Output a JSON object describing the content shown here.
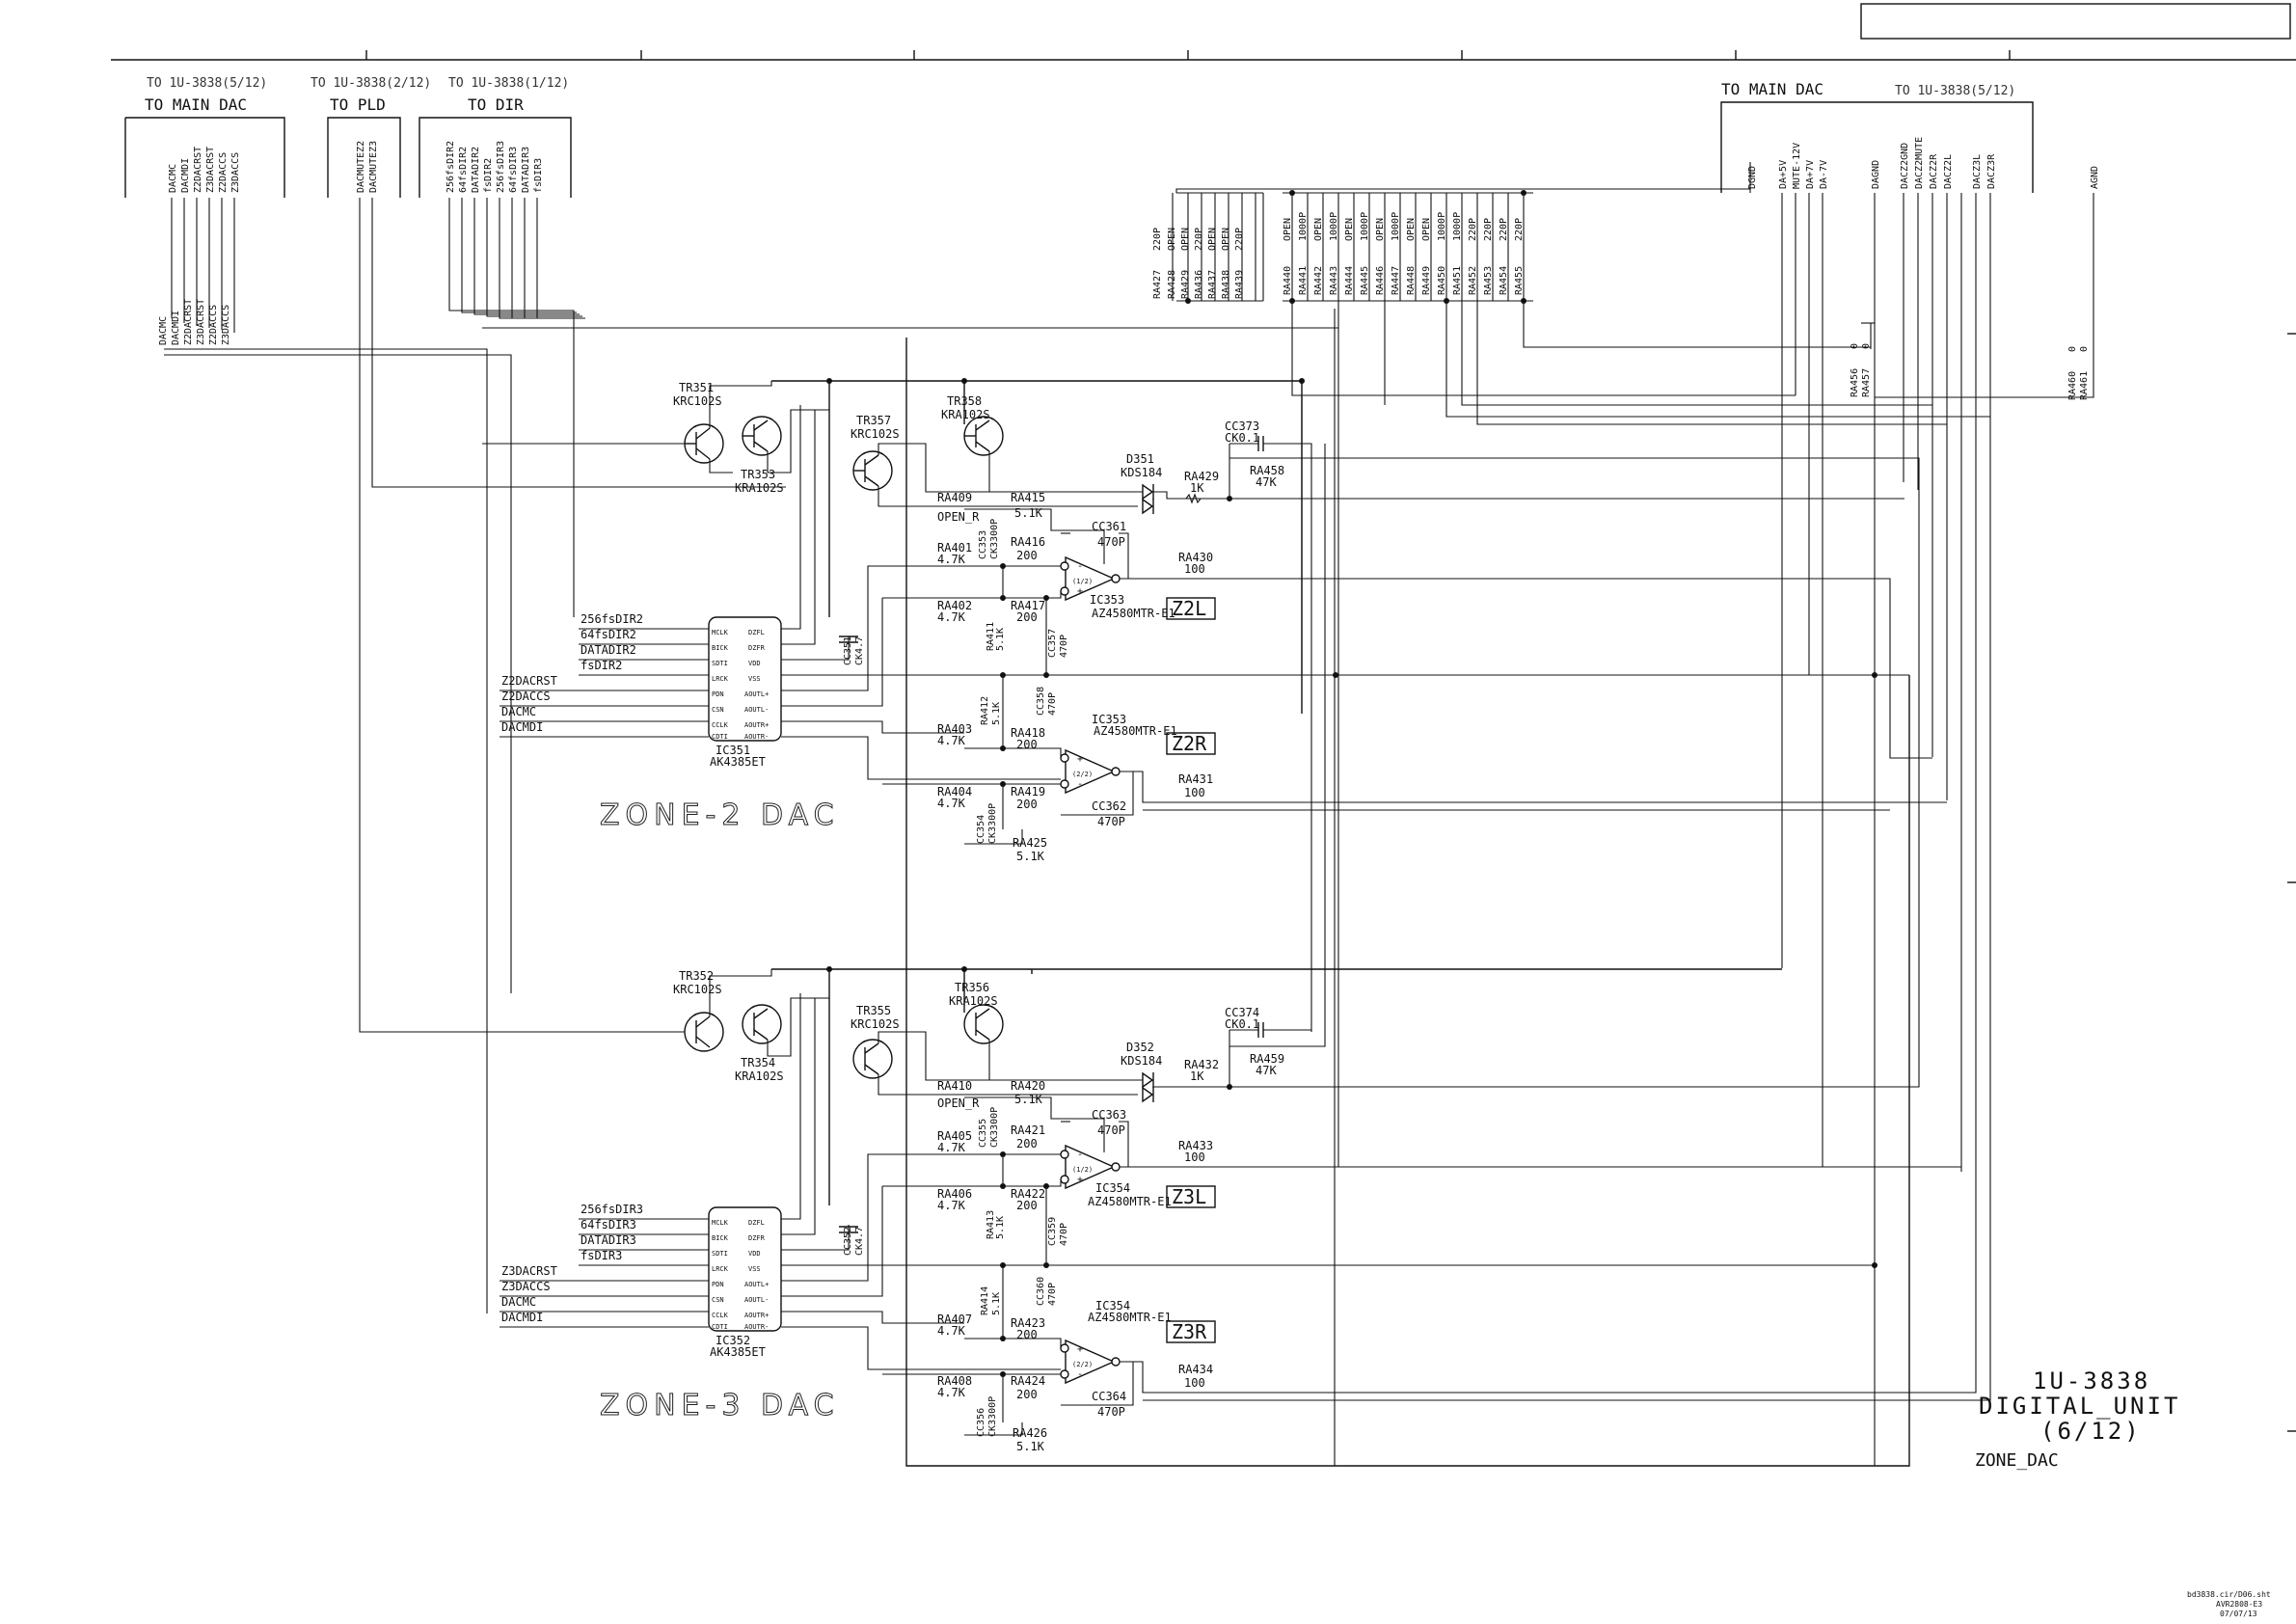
{
  "headers": {
    "left_main_dac_ref": "TO 1U-3838(5/12)",
    "left_main_dac": "TO MAIN DAC",
    "pld_ref": "TO 1U-3838(2/12)",
    "pld": "TO PLD",
    "dir_ref": "TO 1U-3838(1/12)",
    "dir": "TO DIR",
    "right_main_dac": "TO MAIN DAC",
    "right_main_dac_ref": "TO 1U-3838(5/12)"
  },
  "signals": {
    "left_main_dac": [
      "DACMC",
      "DACMDI",
      "Z2DACRST",
      "Z3DACRST",
      "Z2DACCS",
      "Z3DACCS"
    ],
    "pld": [
      "DACMUTEZ2",
      "DACMUTEZ3"
    ],
    "dir": [
      "256fsDIR2",
      "64fsDIR2",
      "DATADIR2",
      "fsDIR2",
      "256fsDIR3",
      "64fsDIR3",
      "DATADIR3",
      "fsDIR3"
    ],
    "right_main_dac_a": [
      "DGND",
      "DA+5V",
      "MUTE-12V",
      "DA+7V",
      "DA-7V",
      "DAGND"
    ],
    "right_main_dac_b": [
      "DACZ2GND",
      "DACZ2MUTE",
      "DACZ2R",
      "DACZ2L",
      "DACZ3L",
      "DACZ3R"
    ],
    "agnd": "AGND"
  },
  "bank_a": [
    {
      "ref": "RA427",
      "value": "220P"
    },
    {
      "ref": "RA428",
      "value": "OPEN"
    },
    {
      "ref": "RA429",
      "value": "OPEN"
    },
    {
      "ref": "RA436",
      "value": "220P"
    },
    {
      "ref": "RA437",
      "value": "OPEN"
    },
    {
      "ref": "RA438",
      "value": "OPEN"
    },
    {
      "ref": "RA439",
      "value": "220P"
    }
  ],
  "bank_b": [
    {
      "ref": "RA440",
      "value": "OPEN"
    },
    {
      "ref": "RA441",
      "value": "1000P"
    },
    {
      "ref": "RA442",
      "value": "OPEN"
    },
    {
      "ref": "RA443",
      "value": "1000P"
    },
    {
      "ref": "RA444",
      "value": "OPEN"
    },
    {
      "ref": "RA445",
      "value": "1000P"
    },
    {
      "ref": "RA446",
      "value": "OPEN"
    },
    {
      "ref": "RA447",
      "value": "1000P"
    },
    {
      "ref": "RA448",
      "value": "OPEN"
    },
    {
      "ref": "RA449",
      "value": "OPEN"
    },
    {
      "ref": "RA450",
      "value": "1000P"
    },
    {
      "ref": "RA451",
      "value": "1000P"
    },
    {
      "ref": "RA452",
      "value": "220P"
    },
    {
      "ref": "RA453",
      "value": "220P"
    },
    {
      "ref": "RA454",
      "value": "220P"
    },
    {
      "ref": "RA455",
      "value": "220P"
    }
  ],
  "misc_res": {
    "ra456": "RA456",
    "ra457": "RA457",
    "ra460": "RA460",
    "ra461": "RA461",
    "zero": "0"
  },
  "zone2": {
    "tr351": "TR351",
    "tr351v": "KRC102S",
    "tr353": "TR353",
    "tr353v": "KRA102S",
    "tr357": "TR357",
    "tr357v": "KRC102S",
    "tr358": "TR358",
    "tr358v": "KRA102S",
    "d351": "D351",
    "d351v": "KDS184",
    "cc373": "CC373",
    "cc373v": "CK0.1",
    "ra429": "RA429",
    "ra429v": "1K",
    "ra458": "RA458",
    "ra458v": "47K",
    "ra409": "RA409",
    "ra409v": "OPEN_R",
    "ra415": "RA415",
    "ra415v": "5.1K",
    "cc353": "CC353",
    "cc353v": "CK3300P",
    "cc361": "CC361",
    "cc361v": "470P",
    "ra401": "RA401",
    "ra401v": "4.7K",
    "ra416": "RA416",
    "ra416v": "200",
    "ra430": "RA430",
    "ra430v": "100",
    "ra402": "RA402",
    "ra402v": "4.7K",
    "ra417": "RA417",
    "ra417v": "200",
    "ra411": "RA411",
    "ra411v": "5.1K",
    "cc357": "CC357",
    "cc357v": "470P",
    "ic353": "IC353",
    "ic353v": "AZ4580MTR-E1",
    "tagL": "Z2L",
    "tagR": "Z2R",
    "half1": "(1/2)",
    "half2": "(2/2)",
    "cc351": "CC351",
    "cc351v": "CK4.7",
    "in_labels": [
      "256fsDIR2",
      "64fsDIR2",
      "DATADIR2",
      "fsDIR2",
      "Z2DACRST",
      "Z2DACCS",
      "DACMC",
      "DACMDI"
    ],
    "ic351": "IC351",
    "ic351v": "AK4385ET",
    "ra412": "RA412",
    "ra412v": "5.1K",
    "cc358": "CC358",
    "cc358v": "470P",
    "ra403": "RA403",
    "ra403v": "4.7K",
    "ra418": "RA418",
    "ra418v": "200",
    "ra431": "RA431",
    "ra431v": "100",
    "ra404": "RA404",
    "ra404v": "4.7K",
    "ra419": "RA419",
    "ra419v": "200",
    "cc354": "CC354",
    "cc354v": "CK3300P",
    "cc362": "CC362",
    "cc362v": "470P",
    "ra425": "RA425",
    "ra425v": "5.1K",
    "title": "ZONE-2 DAC"
  },
  "zone3": {
    "tr352": "TR352",
    "tr352v": "KRC102S",
    "tr354": "TR354",
    "tr354v": "KRA102S",
    "tr355": "TR355",
    "tr355v": "KRC102S",
    "tr356": "TR356",
    "tr356v": "KRA102S",
    "d352": "D352",
    "d352v": "KDS184",
    "cc374": "CC374",
    "cc374v": "CK0.1",
    "ra432": "RA432",
    "ra432v": "1K",
    "ra459": "RA459",
    "ra459v": "47K",
    "ra410": "RA410",
    "ra410v": "OPEN_R",
    "ra420": "RA420",
    "ra420v": "5.1K",
    "cc355": "CC355",
    "cc355v": "CK3300P",
    "cc363": "CC363",
    "cc363v": "470P",
    "ra405": "RA405",
    "ra405v": "4.7K",
    "ra421": "RA421",
    "ra421v": "200",
    "ra433": "RA433",
    "ra433v": "100",
    "ra406": "RA406",
    "ra406v": "4.7K",
    "ra422": "RA422",
    "ra422v": "200",
    "ra413": "RA413",
    "ra413v": "5.1K",
    "cc359": "CC359",
    "cc359v": "470P",
    "ic354": "IC354",
    "ic354v": "AZ4580MTR-E1",
    "tagL": "Z3L",
    "tagR": "Z3R",
    "half1": "(1/2)",
    "half2": "(2/2)",
    "cc352": "CC352",
    "cc352v": "CK4.7",
    "in_labels": [
      "256fsDIR3",
      "64fsDIR3",
      "DATADIR3",
      "fsDIR3",
      "Z3DACRST",
      "Z3DACCS",
      "DACMC",
      "DACMDI"
    ],
    "ic352": "IC352",
    "ic352v": "AK4385ET",
    "ra414": "RA414",
    "ra414v": "5.1K",
    "cc360": "CC360",
    "cc360v": "470P",
    "ra407": "RA407",
    "ra407v": "4.7K",
    "ra423": "RA423",
    "ra423v": "200",
    "ra434": "RA434",
    "ra434v": "100",
    "ra408": "RA408",
    "ra408v": "4.7K",
    "ra424": "RA424",
    "ra424v": "200",
    "cc356": "CC356",
    "cc356v": "CK3300P",
    "cc364": "CC364",
    "cc364v": "470P",
    "ra426": "RA426",
    "ra426v": "5.1K",
    "title": "ZONE-3 DAC"
  },
  "ic_pins_left": [
    "MCLK",
    "BICK",
    "SDTI",
    "LRCK",
    "PDN",
    "CSN",
    "CCLK",
    "CDTI"
  ],
  "ic_pins_right": [
    "DZFL",
    "DZFR",
    "VDD",
    "VSS",
    "AOUTL+",
    "AOUTL-",
    "AOUTR+",
    "AOUTR-"
  ],
  "title_block": {
    "board": "1U-3838",
    "unit": "DIGITAL_UNIT",
    "sheet": "(6/12)",
    "name": "ZONE_DAC"
  },
  "footer": [
    "bd3838.cir/D06.sht",
    "AVR2808-E3",
    "07/07/13"
  ]
}
